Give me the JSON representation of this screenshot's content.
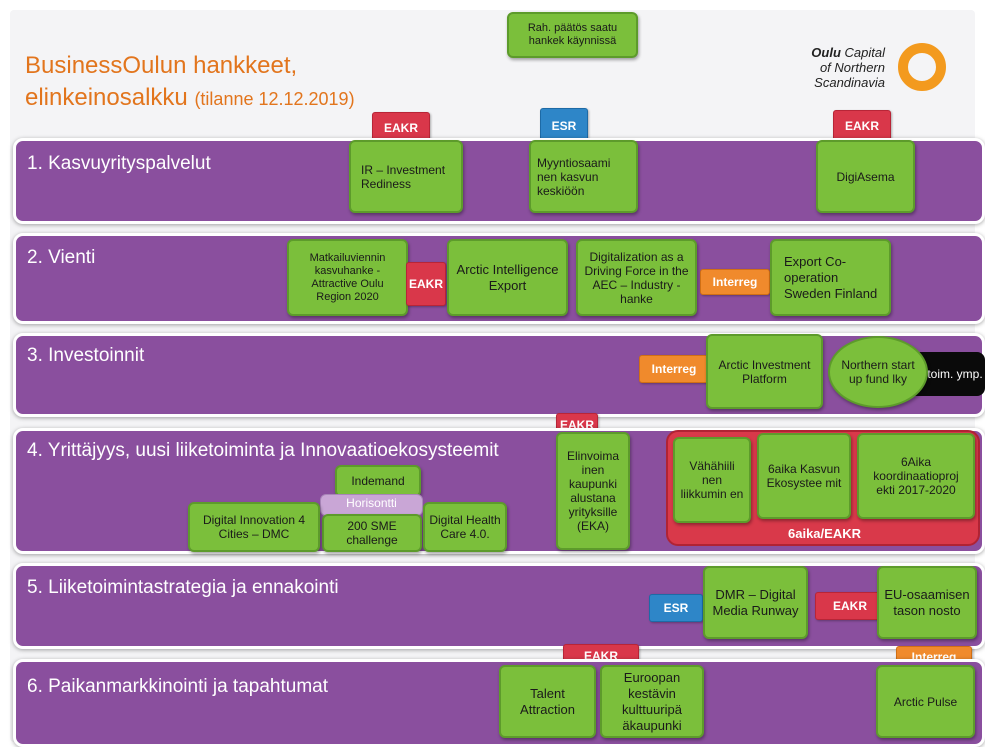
{
  "title": {
    "line1": "BusinessOulun hankkeet,",
    "line2": "elinkeinosalkku",
    "subtitle": "(tilanne 12.12.2019)"
  },
  "legend": {
    "label": "Rah. päätös saatu hankek käynnissä"
  },
  "logo": {
    "brand": "Oulu",
    "tagline1": "Capital",
    "tagline2": "of Northern",
    "tagline3": "Scandinavia"
  },
  "funding_labels": {
    "eakr": "EAKR",
    "esr": "ESR",
    "interreg": "Interreg"
  },
  "bands": [
    {
      "label": "1. Kasvuyrityspalvelut"
    },
    {
      "label": "2. Vienti"
    },
    {
      "label": "3. Investoinnit"
    },
    {
      "label": "4. Yrittäjyys, uusi liiketoiminta ja Innovaatioekosysteemit"
    },
    {
      "label": "5. Liiketoimintastrategia ja ennakointi"
    },
    {
      "label": "6. Paikanmarkkinointi ja tapahtumat"
    }
  ],
  "projects": {
    "ir": "IR – Investment Rediness",
    "myyntiosaaminen": "Myyntiosaami nen kasvun keskiöön",
    "digiasema": "DigiAsema",
    "matkailuviennin": "Matkailuviennin kasvuhanke - Attractive Oulu Region 2020",
    "arctic_intelligence": "Arctic Intelligence Export",
    "digitalization": "Digitalization as a Driving Force in the AEC – Industry -hanke",
    "export_coop": "Export Co-operation Sweden Finland",
    "arctic_investment": "Arctic Investment Platform",
    "northern_startup": "Northern start up fund lky",
    "toim_ymp": "toim. ymp.",
    "indemand": "Indemand",
    "horisontti": "Horisontti",
    "sme_challenge": "200 SME challenge",
    "digital_innovation": "Digital Innovation 4 Cities – DMC",
    "digital_health": "Digital Health Care 4.0.",
    "elinvoima": "Elinvoima inen kaupunki alustana yrityksille (EKA)",
    "vahahiili": "Vähähiili nen liikkumin en",
    "kasvun_ekosysteemit": "6aika Kasvun Ekosystee mit",
    "koordinaatio": "6Aika koordinaatioproj ekti 2017-2020",
    "sixaika_label": "6aika/EAKR",
    "dmr": "DMR – Digital Media Runway",
    "eu_osaamisen": "EU-osaamisen tason nosto",
    "talent": "Talent Attraction",
    "euroopan": "Euroopan kestävin kulttuuripä äkaupunki",
    "arctic_pulse": "Arctic Pulse"
  },
  "colors": {
    "band": "#8a4f9e",
    "project": "#7bbf3b",
    "eakr": "#d9374a",
    "esr": "#2e86c8",
    "interreg": "#f08a2c",
    "title": "#e2751d"
  }
}
